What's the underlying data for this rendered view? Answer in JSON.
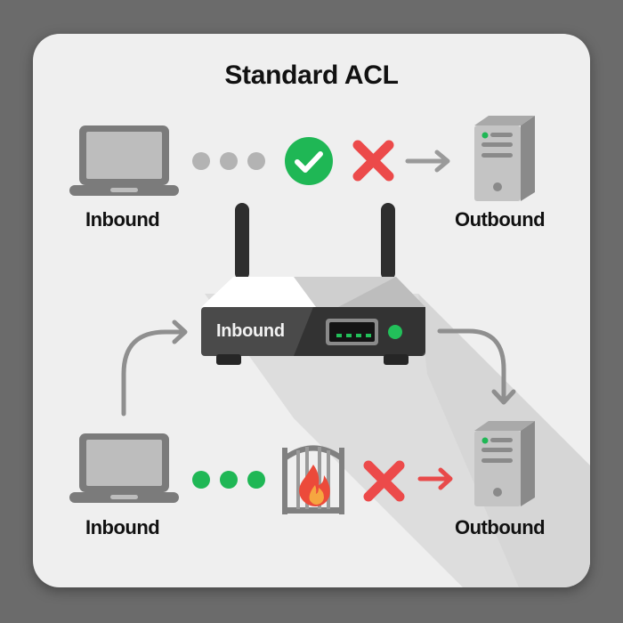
{
  "title": "Standard ACL",
  "top_flow": {
    "source_label": "Inbound",
    "dest_label": "Outbound",
    "dots_color": "#b3b3b3",
    "permit_icon": "check-circle-icon",
    "deny_icon": "x-icon",
    "arrow_color": "#9a9a9a"
  },
  "router": {
    "label": "Inbound",
    "led_color": "#22c05a"
  },
  "bottom_flow": {
    "source_label": "Inbound",
    "dest_label": "Outbound",
    "dots_color": "#1fb755",
    "firewall_icon": "firewall-gate-icon",
    "deny_icon": "x-icon",
    "arrow_color": "#e84a4a"
  },
  "colors": {
    "green": "#1fb755",
    "red": "#ec4a4a",
    "gray_device": "#7a7a7a",
    "router_dark": "#3a3a3a"
  }
}
